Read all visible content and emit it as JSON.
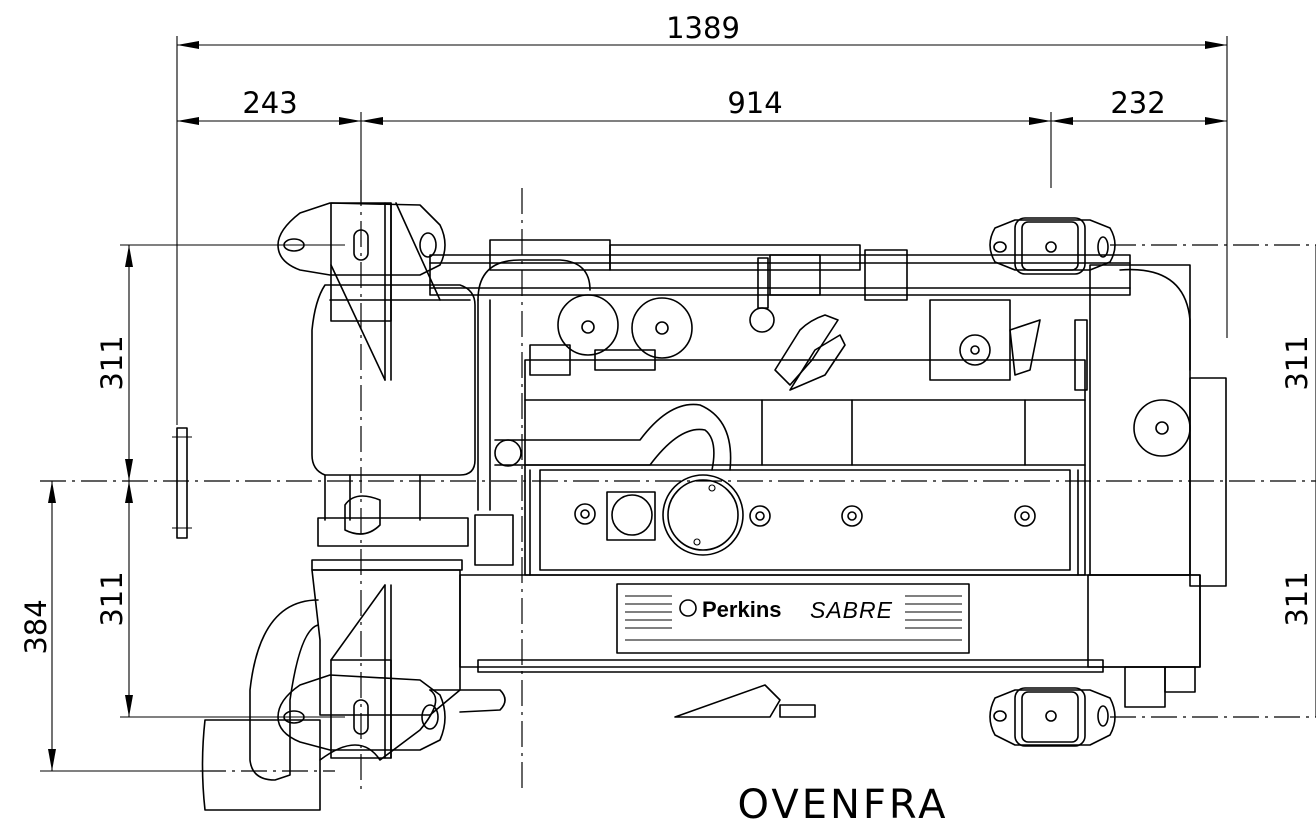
{
  "drawing": {
    "title": "OVENFRA",
    "brand": "Perkins",
    "model": "SABRE"
  },
  "dimensions": {
    "overall_length": "1389",
    "front_offset": "243",
    "mount_spacing": "914",
    "rear_offset": "232",
    "upper_half_left": "311",
    "lower_half_left": "311",
    "upper_half_right": "311",
    "lower_half_right": "311",
    "overall_width_left": "384"
  }
}
